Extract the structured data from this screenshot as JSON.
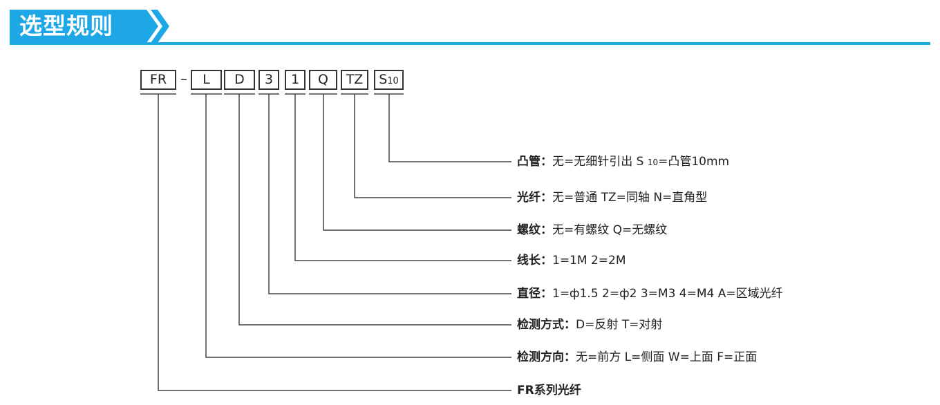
{
  "header": {
    "title": "选型规则",
    "accent_color": "#1ea7e6",
    "chevron_icon": "double-chevron-right-icon"
  },
  "code": {
    "segments": [
      {
        "text": "FR"
      },
      {
        "separator": "–"
      },
      {
        "text": "L"
      },
      {
        "text": "D"
      },
      {
        "text": "3"
      },
      {
        "text": "1"
      },
      {
        "text": "Q"
      },
      {
        "text": "TZ"
      },
      {
        "text": "S",
        "sub": "10"
      }
    ]
  },
  "descriptions": {
    "tube": {
      "label": "凸管：",
      "text_before": "无=无细针引出  S ",
      "sub": "10",
      "text_after": "=凸管10mm"
    },
    "fiber": {
      "label": "光纤：",
      "text": "无=普通  TZ=同轴  N=直角型"
    },
    "thread": {
      "label": "螺纹：",
      "text": "无=有螺纹  Q=无螺纹"
    },
    "length": {
      "label": "线长：",
      "text": "1=1M  2=2M"
    },
    "diameter": {
      "label": "直径：",
      "text": "1=ф1.5  2=ф2  3=M3  4=M4  A=区域光纤"
    },
    "method": {
      "label": "检测方式：",
      "text": "D=反射  T=对射"
    },
    "direction": {
      "label": "检测方向：",
      "text": "无=前方  L=侧面  W=上面  F=正面"
    },
    "series": {
      "label": "FR系列光纤"
    }
  }
}
